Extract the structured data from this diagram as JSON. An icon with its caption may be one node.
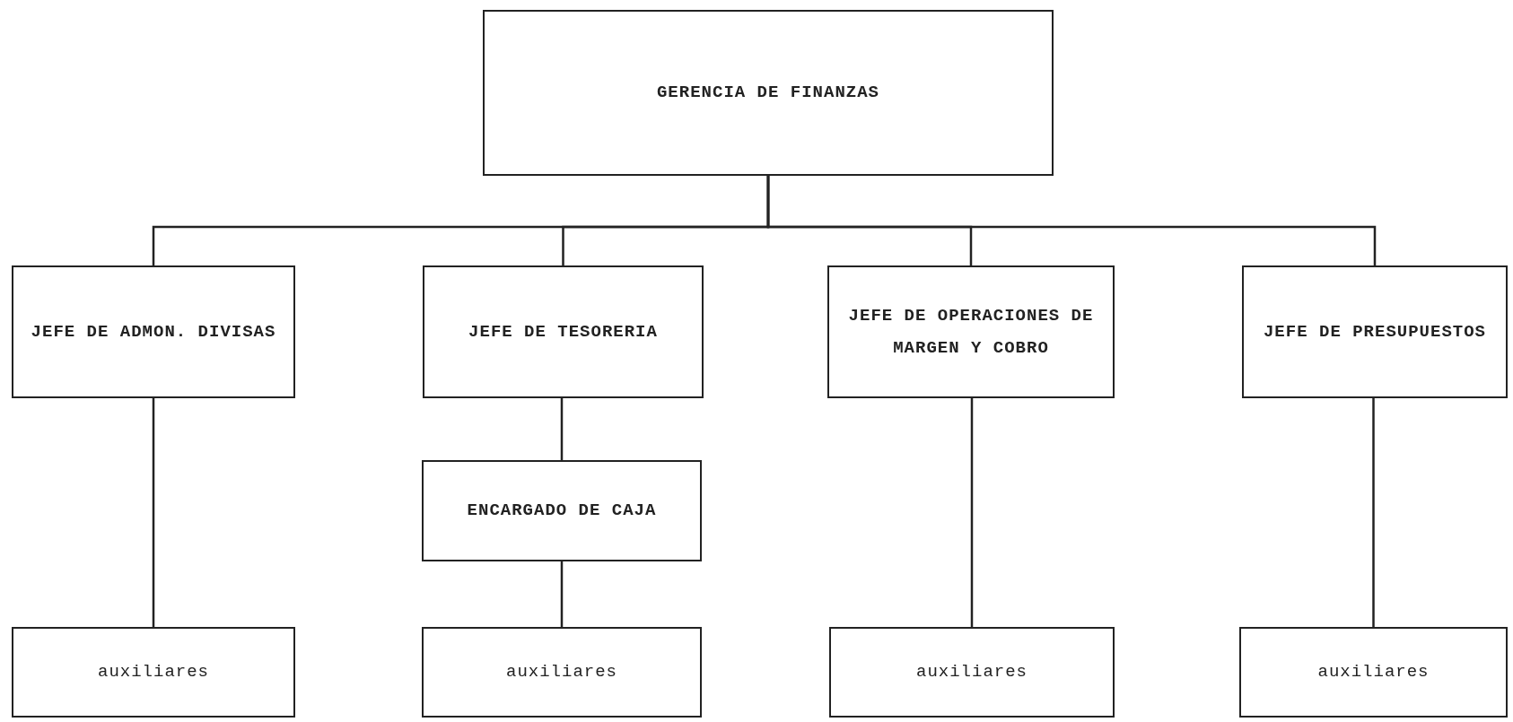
{
  "diagram": {
    "nodes": [
      {
        "text": [
          "GERENCIA DE FINANZAS"
        ]
      },
      {
        "text": [
          "JEFE DE ADMON. DIVISAS"
        ]
      },
      {
        "text": [
          "JEFE DE TESORERIA"
        ]
      },
      {
        "text": [
          "JEFE DE OPERACIONES DE MARGEN Y COBRO"
        ]
      },
      {
        "text": [
          "JEFE DE PRESUPUESTOS"
        ]
      },
      {
        "text": [
          "ENCARGADO DE CAJA"
        ]
      },
      {
        "text": [
          "auxiliares"
        ]
      },
      {
        "text": [
          "auxiliares"
        ]
      },
      {
        "text": [
          "auxiliares"
        ]
      },
      {
        "text": [
          "auxiliares"
        ]
      }
    ],
    "edges": [
      {
        "from": 0,
        "to": 1,
        "arrow": "none"
      },
      {
        "from": 0,
        "to": 2,
        "arrow": "none"
      },
      {
        "from": 0,
        "to": 3,
        "arrow": "none"
      },
      {
        "from": 0,
        "to": 4,
        "arrow": "none"
      },
      {
        "from": 1,
        "to": 6,
        "arrow": "none"
      },
      {
        "from": 2,
        "to": 5,
        "arrow": "none"
      },
      {
        "from": 5,
        "to": 7,
        "arrow": "none"
      },
      {
        "from": 3,
        "to": 8,
        "arrow": "none"
      },
      {
        "from": 4,
        "to": 9,
        "arrow": "none"
      }
    ]
  }
}
